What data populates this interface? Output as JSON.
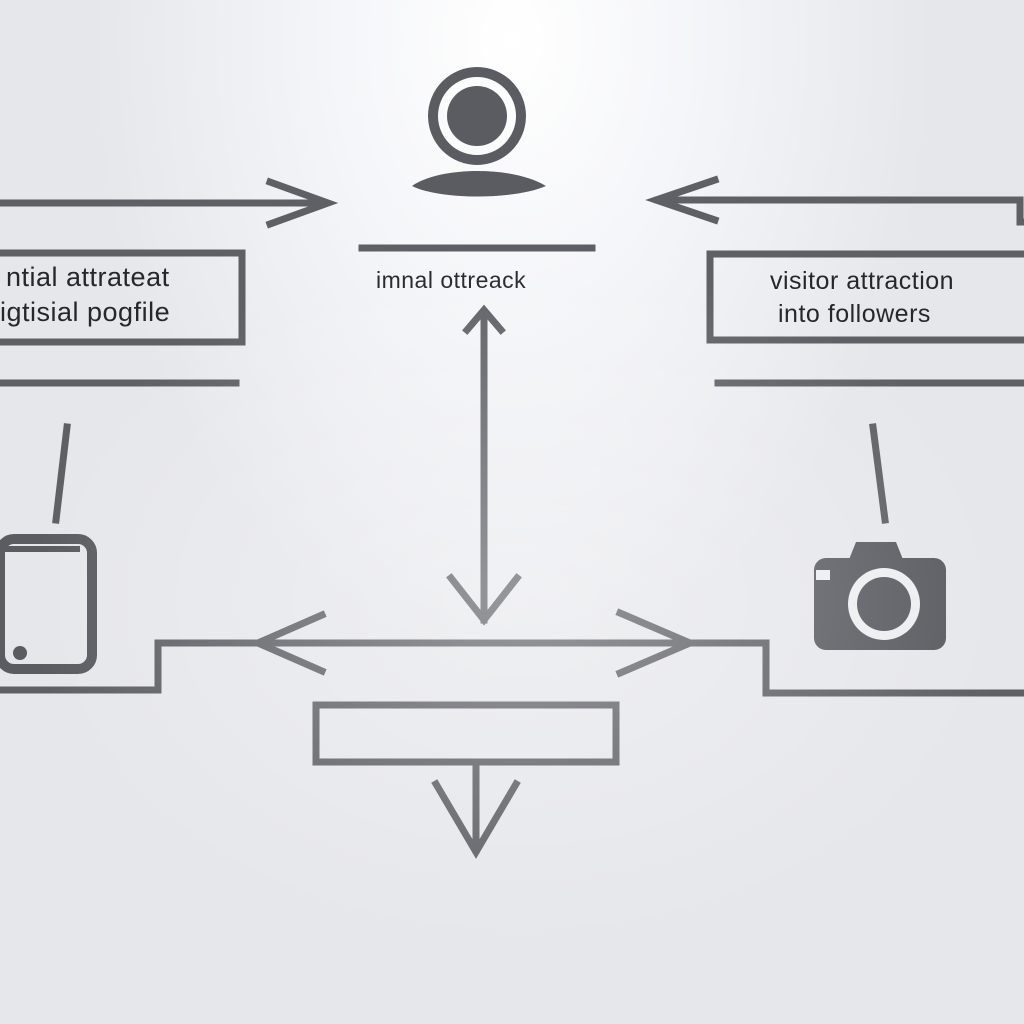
{
  "colors": {
    "stroke": "#5f6066",
    "icon": "#5b5c62",
    "text": "#26272b"
  },
  "labels": {
    "left_line1": "ntial attrateat",
    "left_line2": "igtisial pogfile",
    "center": "imnal ottreack",
    "right_line1": "visitor attraction",
    "right_line2": "into   followers"
  },
  "icons": {
    "top": "user-avatar-icon",
    "left": "smartphone-icon",
    "right": "camera-icon"
  }
}
